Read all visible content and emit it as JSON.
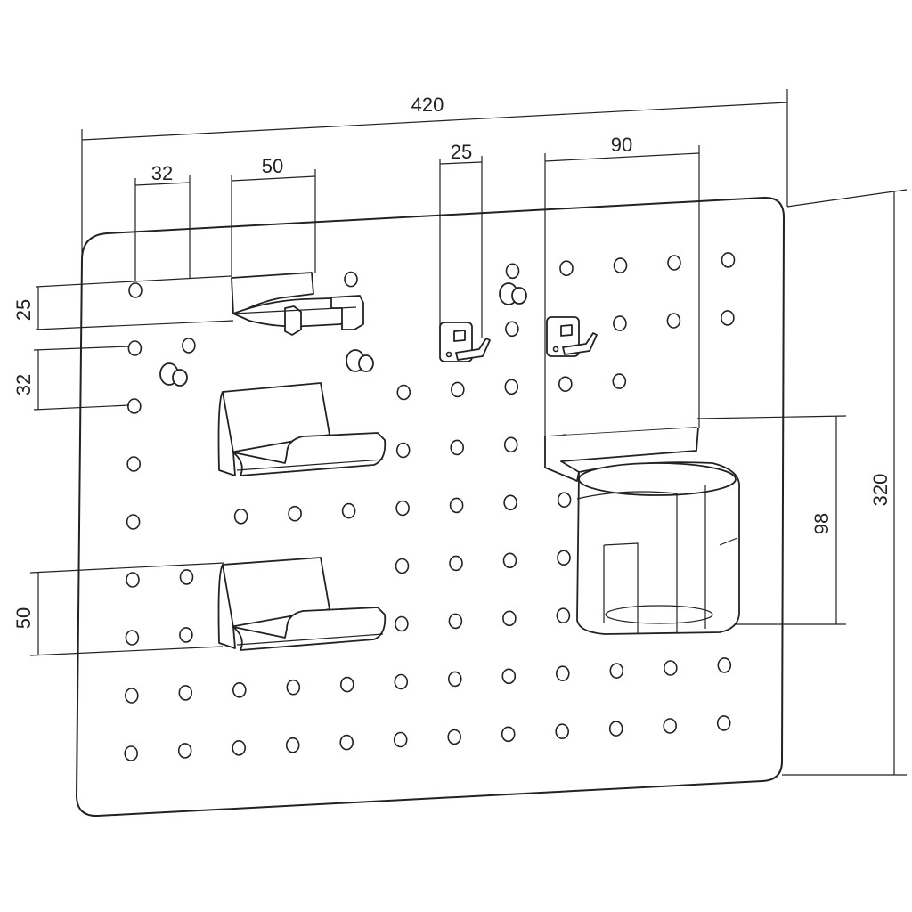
{
  "dimensions": {
    "overall_width": "420",
    "overall_height": "320",
    "hole_spacing_h": "32",
    "hole_spacing_v": "32",
    "shelf_width": "50",
    "shelf_height": "25",
    "hook_width": "25",
    "cup_width": "90",
    "cup_height": "98",
    "holder_height": "50"
  }
}
